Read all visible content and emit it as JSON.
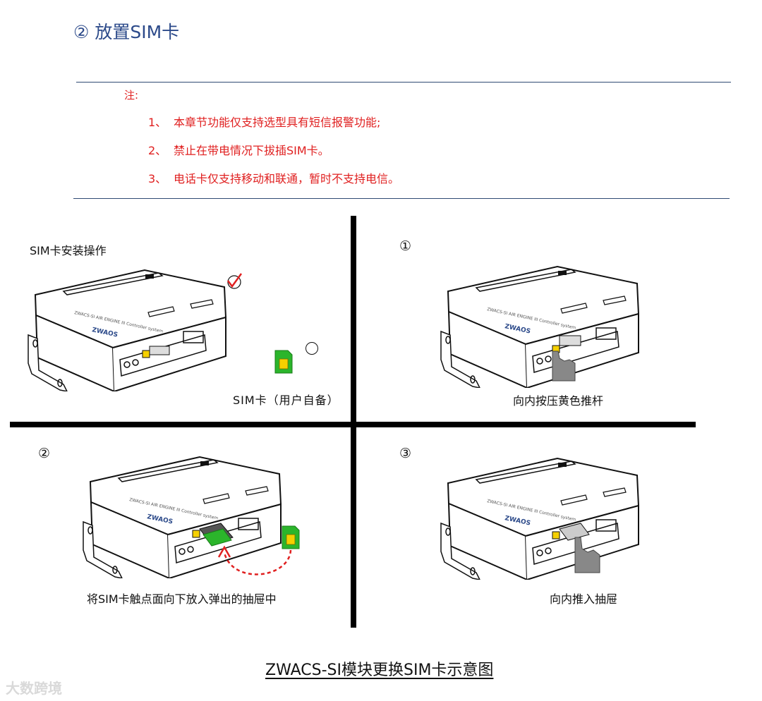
{
  "section": {
    "title": "② 放置SIM卡"
  },
  "notes": {
    "label": "注:",
    "items": [
      {
        "num": "1、",
        "text": "本章节功能仅支持选型具有短信报警功能;"
      },
      {
        "num": "2、",
        "text": "禁止在带电情况下拔插SIM卡。"
      },
      {
        "num": "3、",
        "text": "电话卡仅支持移动和联通，暂时不支持电信。"
      }
    ]
  },
  "panels": {
    "top_left": {
      "heading": "SIM卡安装操作",
      "sim_label": "SIM卡（用户自备）"
    },
    "top_right": {
      "step": "①",
      "caption": "向内按压黄色推杆"
    },
    "bottom_left": {
      "step": "②",
      "caption": "将SIM卡触点面向下放入弹出的抽屉中"
    },
    "bottom_right": {
      "step": "③",
      "caption": "向内推入抽屉"
    }
  },
  "device": {
    "brand": "ZWAOS",
    "panel_text": "ZWACS-SI AIR ENGINE III Controller system"
  },
  "colors": {
    "accent_blue": "#2c4a8a",
    "note_red": "#e02020",
    "sim_green": "#2bb52b",
    "tray_yellow": "#f5d000"
  },
  "figure_caption": "ZWACS-SI模块更换SIM卡示意图",
  "watermark": "大数跨境"
}
